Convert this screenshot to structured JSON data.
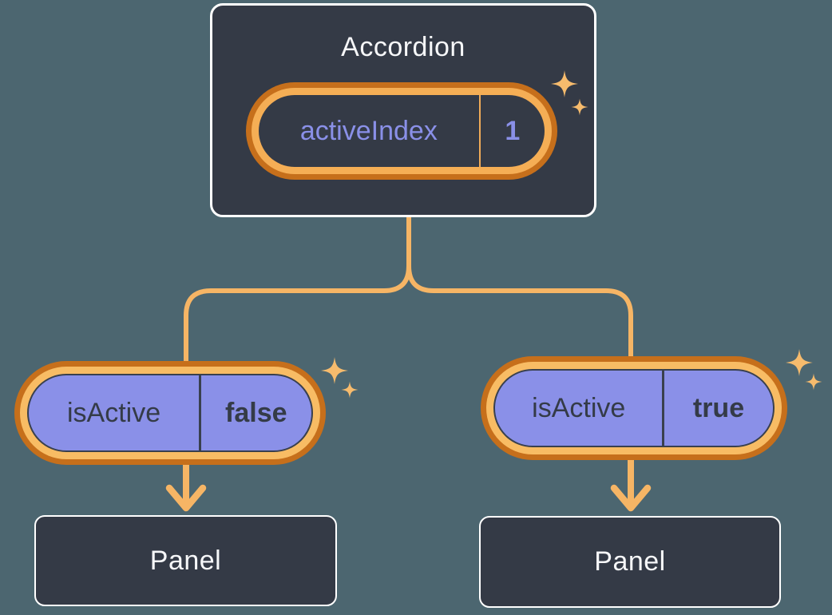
{
  "diagram": {
    "accordion": {
      "title": "Accordion",
      "state": {
        "name": "activeIndex",
        "value": "1"
      }
    },
    "children": [
      {
        "prop": {
          "name": "isActive",
          "value": "false"
        },
        "panel_label": "Panel"
      },
      {
        "prop": {
          "name": "isActive",
          "value": "true"
        },
        "panel_label": "Panel"
      }
    ]
  },
  "colors": {
    "bg": "#4C6670",
    "box_fill": "#343A46",
    "box_border": "#FFFFFF",
    "text_light": "#F6F7F9",
    "text_dark": "#343B47",
    "purple_fill": "#8A90E8",
    "purple_text": "#8A90E8",
    "pill_border_dark": "#39404E",
    "ring_outer": "#C66F1B",
    "ring_inner": "#F8BC64",
    "ring_inner_top": "#F5AE55",
    "divider_orange": "#F0AB58",
    "connector": "#F6B565",
    "sparkle": "#F6BB6D"
  }
}
